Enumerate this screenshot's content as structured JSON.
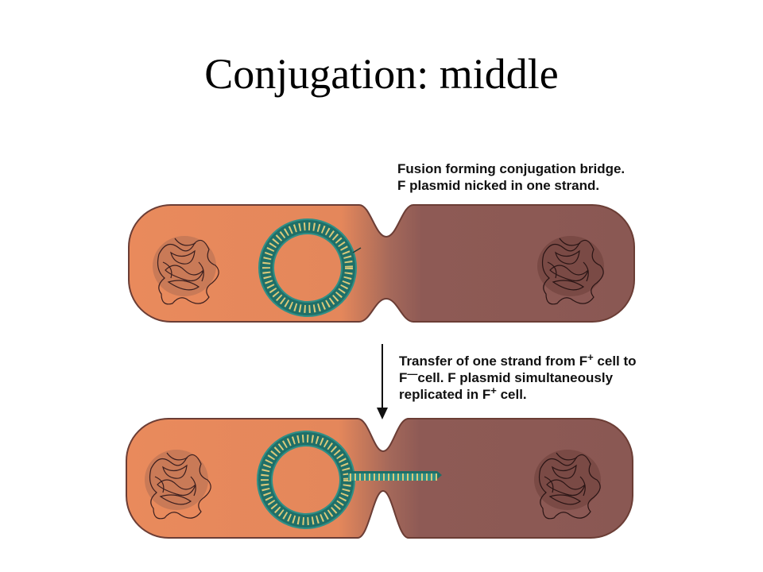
{
  "title": "Conjugation: middle",
  "captions": {
    "step1": {
      "line1": "Fusion forming conjugation bridge.",
      "line2": "F plasmid nicked in one strand."
    },
    "step2": {
      "line1_pre": "Transfer of one strand from F",
      "line1_sup": "+",
      "line1_post": " cell to",
      "line2_pre": "F",
      "line2_sup": "—",
      "line2_post": "cell.  F plasmid simultaneously",
      "line3_pre": "replicated in F",
      "line3_sup": "+",
      "line3_post": " cell."
    }
  },
  "colors": {
    "donor_cell": "#e98a5c",
    "recipient_cell": "#8e5a55",
    "plasmid": "#2f8f86",
    "plasmid_rungs": "#d9c97a",
    "chromosome": "#3b1f1f"
  }
}
